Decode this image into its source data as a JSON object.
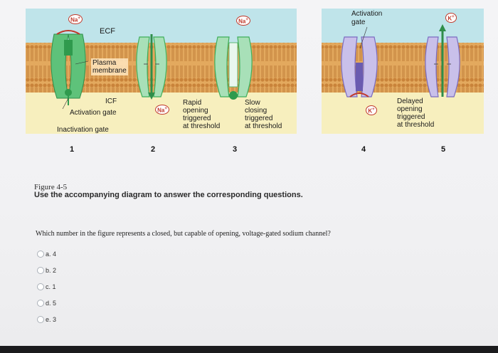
{
  "figure": {
    "labels": {
      "na_ion": "Na",
      "na_sup": "+",
      "k_ion": "K",
      "k_sup": "+",
      "ecf": "ECF",
      "plasma": "Plasma",
      "membrane": "membrane",
      "icf": "ICF",
      "activation_gate": "Activation gate",
      "inactivation_gate": "Inactivation gate",
      "activation_gate_top": "Activation",
      "activation_gate_top2": "gate",
      "rapid": [
        "Rapid",
        "opening",
        "triggered",
        "at threshold"
      ],
      "slow": [
        "Slow",
        "closing",
        "triggered",
        "at threshold"
      ],
      "delayed": [
        "Delayed",
        "opening",
        "triggered",
        "at threshold"
      ]
    },
    "numbers": [
      "1",
      "2",
      "3",
      "4",
      "5"
    ],
    "colors": {
      "ecf": "#bfe4ea",
      "icf": "#f7efbe",
      "membrane": "#d99a4e",
      "na_channel": "#3fae5b",
      "k_channel": "#9a8ad0",
      "ion_ring": "#c0392b"
    }
  },
  "caption": {
    "figure_label": "Figure 4-5",
    "instruction": "Use the accompanying diagram to answer the corresponding questions."
  },
  "question": {
    "text": "Which number in the figure represents a closed, but capable of opening, voltage-gated sodium channel?",
    "options": [
      "a. 4",
      "b. 2",
      "c. 1",
      "d. 5",
      "e. 3"
    ]
  }
}
